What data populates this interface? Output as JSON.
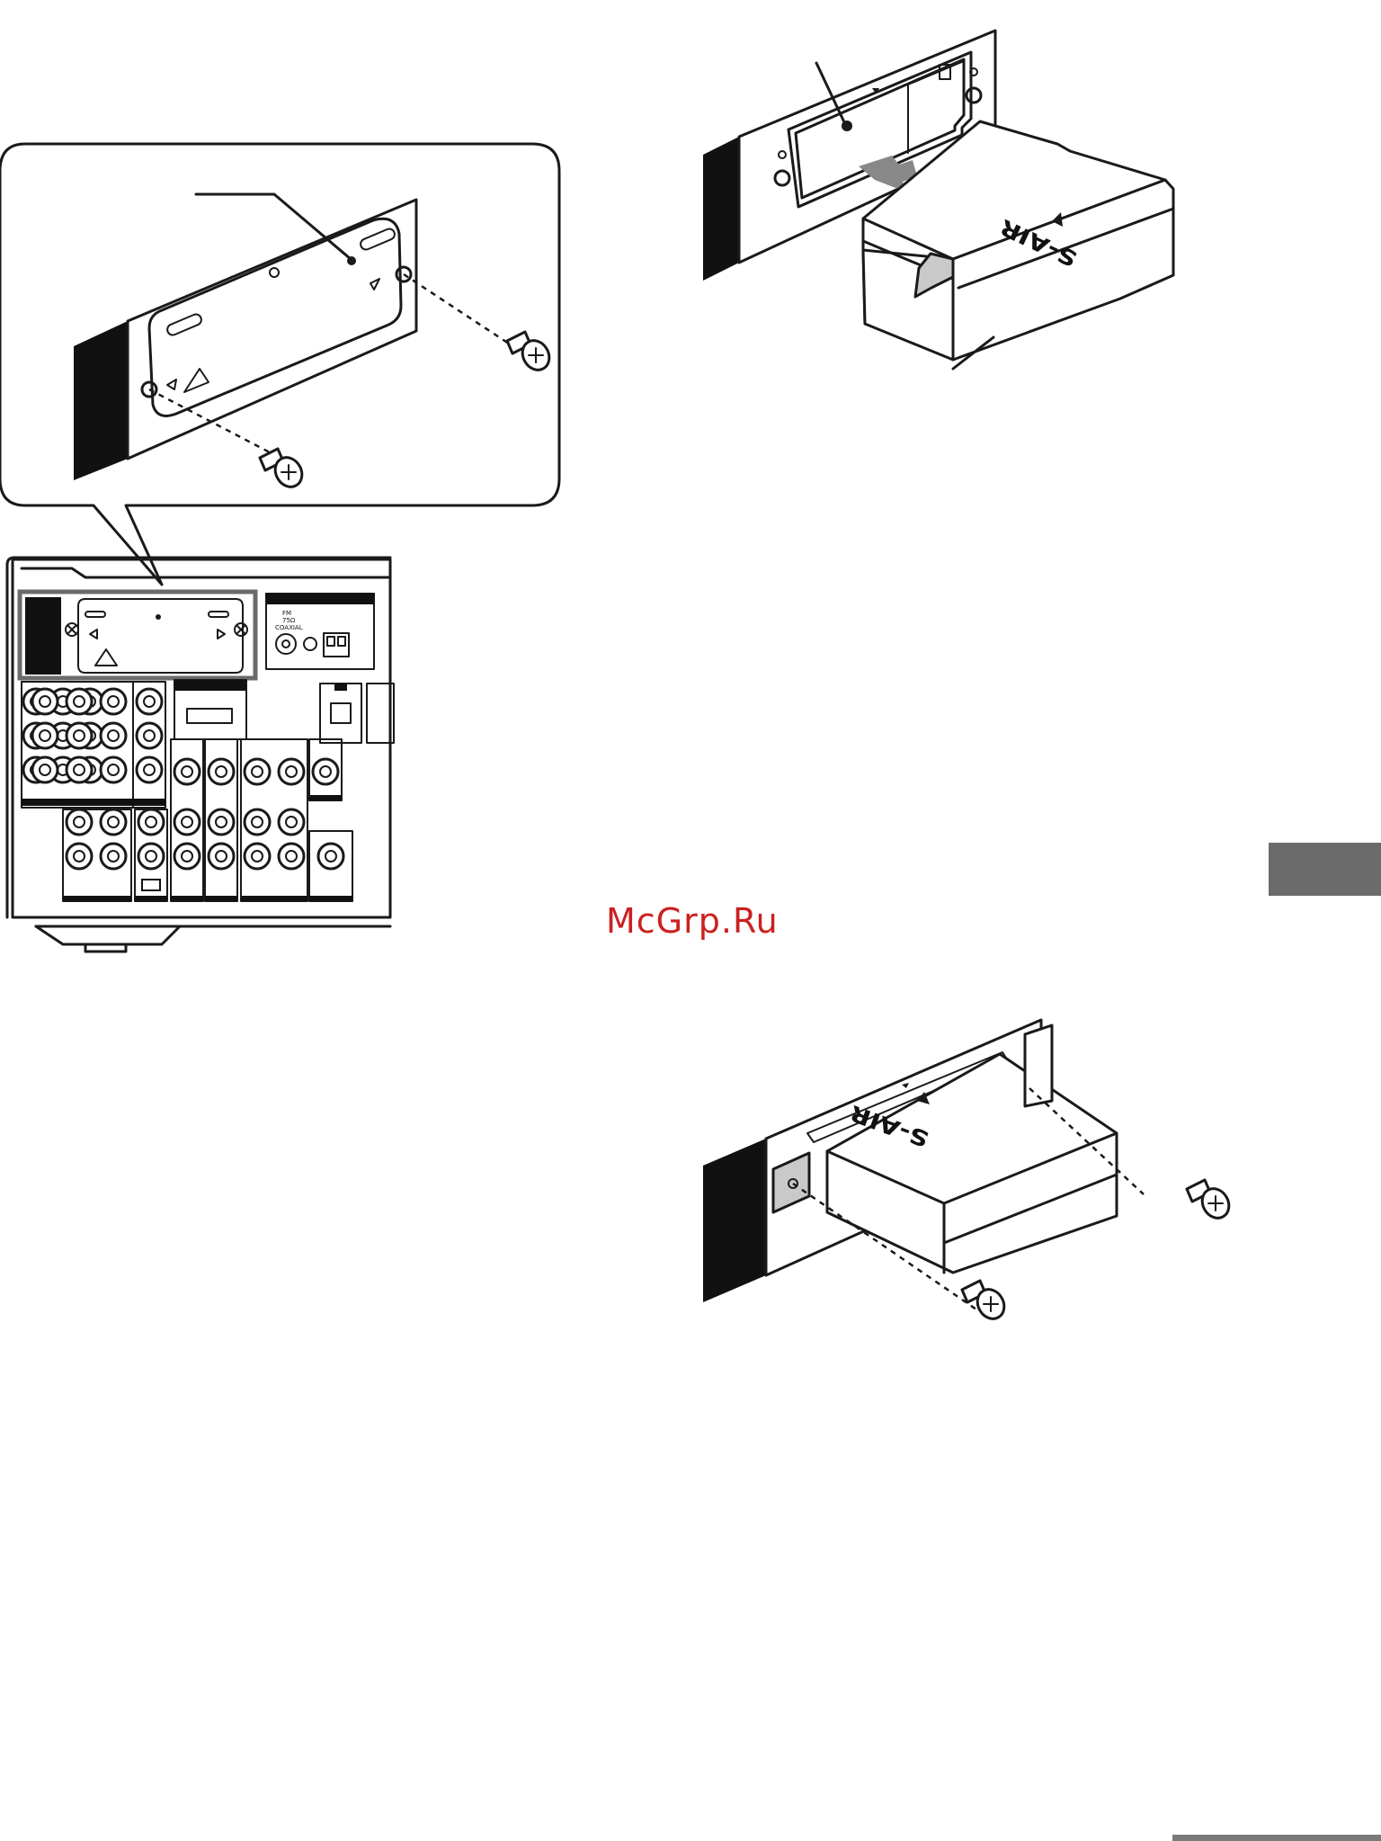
{
  "watermark": {
    "text": "McGrp.Ru",
    "color": "#cc2020"
  },
  "module": {
    "logo_text": "S-AIR"
  },
  "receiver_panel": {
    "antenna_labels": [
      "FM",
      "75Ω",
      "COAXIAL"
    ]
  },
  "side_tab": {
    "color": "#6b6b6b"
  },
  "icons": [
    "screw-icon",
    "warning-triangle-icon",
    "arrow-right-icon",
    "insert-arrow-icon"
  ]
}
